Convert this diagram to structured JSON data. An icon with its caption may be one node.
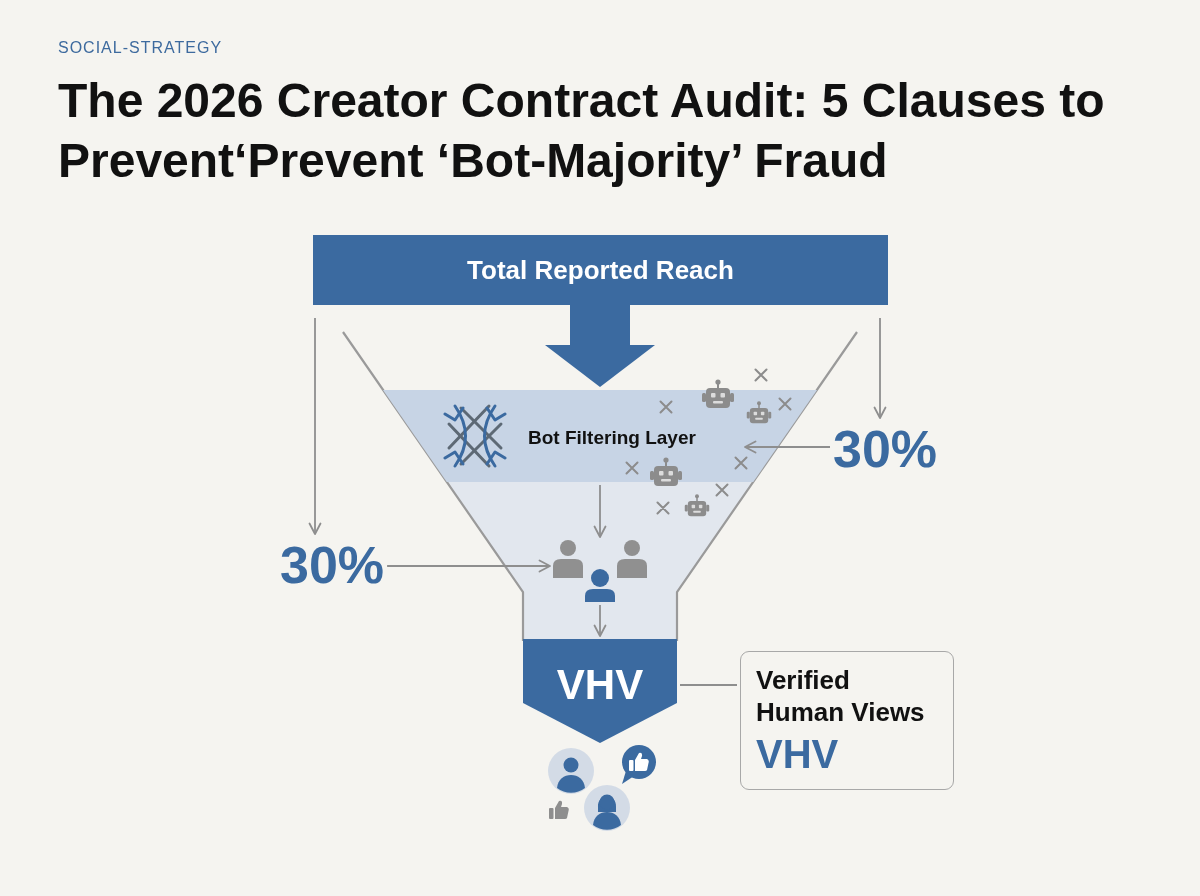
{
  "diagram": {
    "title": "The 2026 Creator Contract Audit: 5 Clauses to Prevent‘Prevent ‘Bot-Majority’ Fraud",
    "nodes": [
      {
        "text": [
          "Total Reported Reach"
        ]
      },
      {
        "text": [
          "Bot Filtering Layer"
        ]
      },
      {
        "text": [
          "30%"
        ]
      },
      {
        "text": [
          "30%"
        ]
      },
      {
        "text": [],
        "shape": "person"
      },
      {
        "text": [
          "VHV"
        ]
      },
      {
        "text": [
          "Verified Human Views",
          "VHV"
        ]
      }
    ],
    "edges": [
      {
        "from": 0,
        "to": 1,
        "arrow": "to",
        "style": "thick",
        "color": "#3b6aa0"
      },
      {
        "from": 0,
        "to": 2,
        "arrow": "to"
      },
      {
        "from": 0,
        "to": 3,
        "arrow": "to"
      },
      {
        "from": 2,
        "to": 1,
        "arrow": "to"
      },
      {
        "from": 1,
        "to": 4,
        "arrow": "to"
      },
      {
        "from": 3,
        "to": 4,
        "arrow": "to"
      },
      {
        "from": 4,
        "to": 5,
        "arrow": "to"
      },
      {
        "from": 5,
        "to": 6,
        "arrow": "none"
      }
    ],
    "labels": [
      "SOCIAL-STRATEGY"
    ]
  }
}
